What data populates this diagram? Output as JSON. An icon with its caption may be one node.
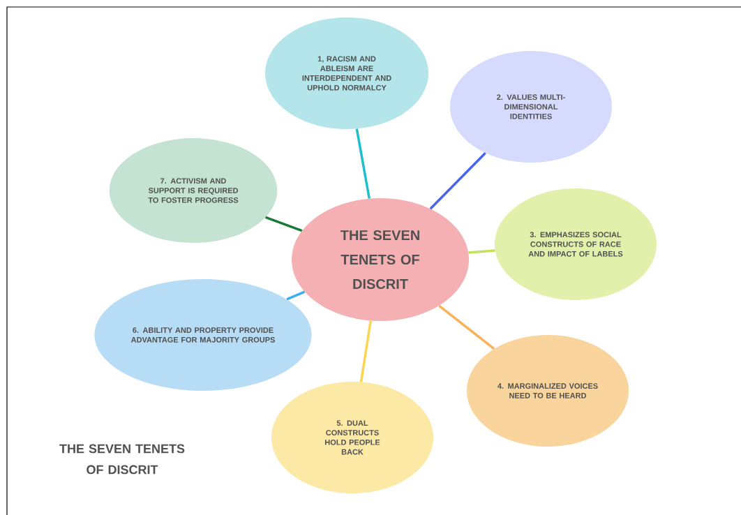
{
  "diagram": {
    "title": "THE SEVEN TENETS OF DISCRIT",
    "nodes": [
      {
        "text": [
          "THE SEVEN TENETS OF DISCRIT"
        ]
      },
      {
        "text": [
          "1, RACISM AND ABLEISM ARE INTERDEPENDENT AND UPHOLD NORMALCY"
        ]
      },
      {
        "text": [
          "2. VALUES MULTI- DIMENSIONAL IDENTITIES"
        ]
      },
      {
        "text": [
          "3. EMPHASIZES SOCIAL CONSTRUCTS OF RACE AND IMPACT OF LABELS"
        ]
      },
      {
        "text": [
          "4. MARGINALIZED VOICES NEED TO BE HEARD"
        ]
      },
      {
        "text": [
          "5. DUAL CONSTRUCTS HOLD PEOPLE BACK"
        ]
      },
      {
        "text": [
          "6. ABILITY AND PROPERTY PROVIDE ADVANTAGE FOR MAJORITY GROUPS"
        ]
      },
      {
        "text": [
          "7. ACTIVISM AND SUPPORT IS REQUIRED TO FOSTER PROGRESS"
        ]
      }
    ],
    "edges": [
      {
        "from": 0,
        "to": 1,
        "arrow": "none",
        "color": "#1fbfcc"
      },
      {
        "from": 0,
        "to": 2,
        "arrow": "none",
        "color": "#4a63ee"
      },
      {
        "from": 0,
        "to": 3,
        "arrow": "none",
        "color": "#c2e25a"
      },
      {
        "from": 0,
        "to": 4,
        "arrow": "none",
        "color": "#f9b25a"
      },
      {
        "from": 0,
        "to": 5,
        "arrow": "none",
        "color": "#fbd451"
      },
      {
        "from": 0,
        "to": 6,
        "arrow": "none",
        "color": "#3bb0ec"
      },
      {
        "from": 0,
        "to": 7,
        "arrow": "none",
        "color": "#1a7a3a"
      }
    ]
  }
}
